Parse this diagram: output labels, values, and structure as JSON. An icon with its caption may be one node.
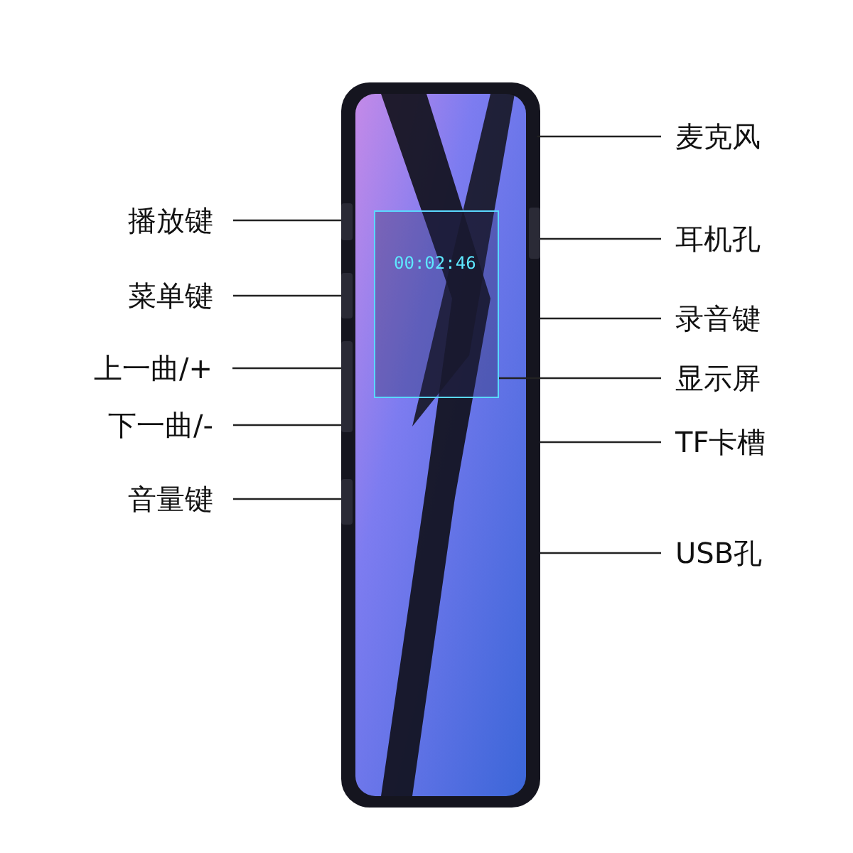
{
  "diagram": {
    "nodes": [
      {
        "text": [
          "播放键"
        ]
      },
      {
        "text": [
          "菜单键"
        ]
      },
      {
        "text": [
          "上一曲/+"
        ]
      },
      {
        "text": [
          "下一曲/-"
        ]
      },
      {
        "text": [
          "音量键"
        ]
      },
      {
        "text": [
          "麦克风"
        ]
      },
      {
        "text": [
          "耳机孔"
        ]
      },
      {
        "text": [
          "录音键"
        ]
      },
      {
        "text": [
          "显示屏"
        ]
      },
      {
        "text": [
          "TF卡槽"
        ]
      },
      {
        "text": [
          "USB孔"
        ]
      },
      {
        "text": [],
        "shape": "bar"
      },
      {
        "text": [],
        "shape": "bar"
      },
      {
        "text": [],
        "shape": "bar"
      },
      {
        "text": [],
        "shape": "bar"
      },
      {
        "text": [],
        "shape": "bar"
      },
      {
        "text": [],
        "shape": "box"
      }
    ],
    "edges": [
      {
        "from": 0,
        "to": 11,
        "arrow": "none"
      },
      {
        "from": 1,
        "to": 12,
        "arrow": "none"
      },
      {
        "from": 2,
        "to": 13,
        "arrow": "none"
      },
      {
        "from": 3,
        "to": 13,
        "arrow": "none"
      },
      {
        "from": 4,
        "to": 14,
        "arrow": "none"
      },
      {
        "from": 5,
        "to": null,
        "arrow": "none"
      },
      {
        "from": 6,
        "to": 15,
        "arrow": "none"
      },
      {
        "from": 7,
        "to": null,
        "arrow": "none"
      },
      {
        "from": 8,
        "to": 16,
        "arrow": "none"
      },
      {
        "from": 9,
        "to": null,
        "arrow": "none"
      },
      {
        "from": 10,
        "to": null,
        "arrow": "none"
      }
    ],
    "labels": [
      "00:02:46"
    ]
  }
}
